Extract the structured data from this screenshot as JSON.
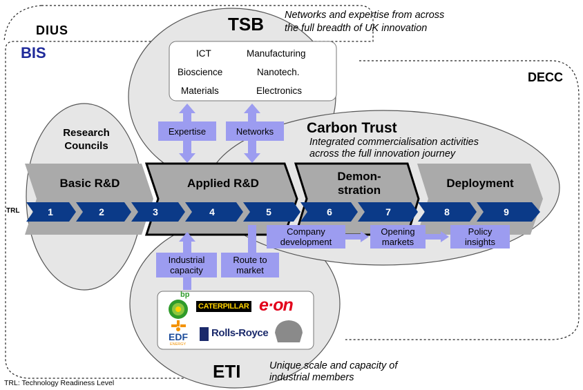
{
  "orgs": {
    "dius": "DIUS",
    "bis": "BIS",
    "decc": "DECC",
    "tsb": "TSB",
    "tsb_desc_1": "Networks and expertise from across",
    "tsb_desc_2": "the full breadth of UK innovation",
    "research_councils_1": "Research",
    "research_councils_2": "Councils",
    "carbon_trust": "Carbon Trust",
    "carbon_trust_desc_1": "Integrated commercialisation activities",
    "carbon_trust_desc_2": "across the full innovation journey",
    "eti": "ETI",
    "eti_desc_1": "Unique scale and capacity of",
    "eti_desc_2": "industrial members"
  },
  "tsb_areas": [
    "ICT",
    "Manufacturing",
    "Bioscience",
    "Nanotech.",
    "Materials",
    "Electronics"
  ],
  "stages": {
    "basic": "Basic R&D",
    "applied": "Applied R&D",
    "demo_1": "Demon-",
    "demo_2": "stration",
    "deployment": "Deployment"
  },
  "trl": {
    "label": "TRL",
    "levels": [
      "1",
      "2",
      "3",
      "4",
      "5",
      "6",
      "7",
      "8",
      "9"
    ],
    "footnote": "TRL: Technology Readiness Level"
  },
  "flows": {
    "expertise": "Expertise",
    "networks": "Networks",
    "industrial_capacity_1": "Industrial",
    "industrial_capacity_2": "capacity",
    "route_to_market_1": "Route to",
    "route_to_market_2": "market",
    "company_development_1": "Company",
    "company_development_2": "development",
    "opening_markets_1": "Opening",
    "opening_markets_2": "markets",
    "policy_insights_1": "Policy",
    "policy_insights_2": "insights"
  },
  "members": {
    "bp": "bp",
    "caterpillar": "CATERPILLAR",
    "eon": "e·on",
    "edf": "EDF",
    "edf_sub": "ENERGY",
    "rolls_royce": "Rolls-Royce"
  },
  "colors": {
    "ellipse_fill": "#e6e6e6",
    "trl_arrow": "#0b3a88",
    "stage_arrow": "#aaaaaa",
    "flow_box": "#9c9cf0"
  }
}
